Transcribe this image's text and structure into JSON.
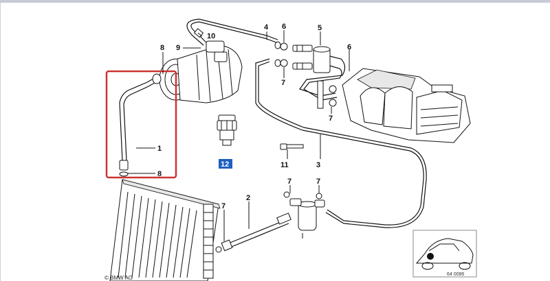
{
  "diagram": {
    "labels": {
      "p1": "1",
      "p2": "2",
      "p3": "3",
      "p4": "4",
      "p5": "5",
      "p6_top": "6",
      "p6_right": "6",
      "p7_a": "7",
      "p7_b": "7",
      "p7_c": "7",
      "p7_d": "7",
      "p7_e": "7",
      "p8_top": "8",
      "p8_bottom": "8",
      "p9": "9",
      "p10": "10",
      "p11": "11",
      "p12": "12"
    },
    "selected_part": "12",
    "copyright": "© BMW AG",
    "drawing_code": "64 0086",
    "highlight_color": "#cc3333",
    "selection_color": "#1f5fbf"
  }
}
